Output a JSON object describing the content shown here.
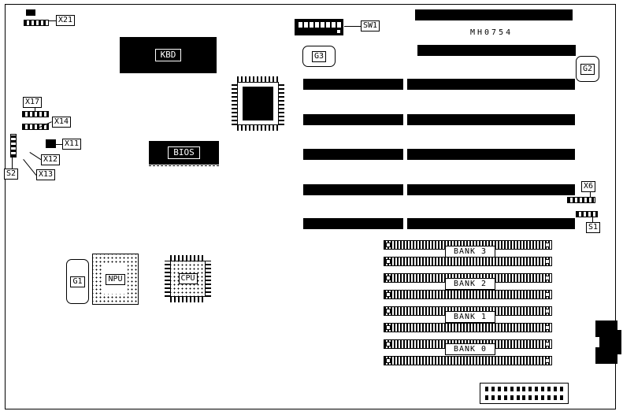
{
  "diagram": {
    "part_number": "MH0754",
    "chips": {
      "kbd": "KBD",
      "bios": "BIOS",
      "npu": "NPU",
      "cpu": "CPU"
    },
    "connectors": {
      "x21": "X21",
      "sw1": "SW1",
      "g1": "G1",
      "g2": "G2",
      "g3": "G3",
      "x17": "X17",
      "x14": "X14",
      "x11": "X11",
      "x12": "X12",
      "x13": "X13",
      "s2": "S2",
      "x6": "X6",
      "s1": "S1"
    },
    "memory_banks": [
      {
        "label": "BANK 3"
      },
      {
        "label": "BANK 2"
      },
      {
        "label": "BANK 1"
      },
      {
        "label": "BANK 0"
      }
    ]
  }
}
